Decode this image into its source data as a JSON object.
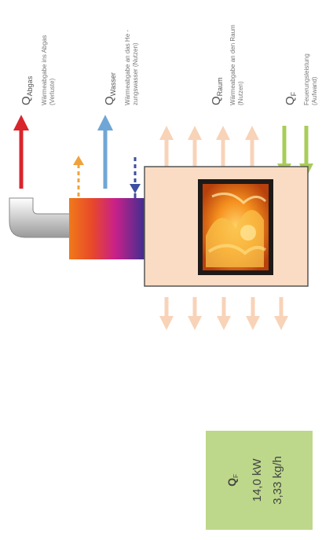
{
  "labels": {
    "abgas": {
      "symbol": "Q",
      "sub": "Abgas",
      "line1": "Wärmeabgabe ins Abgas",
      "line2": "(Verluste)"
    },
    "wasser": {
      "symbol": "Q",
      "sub": "Wasser",
      "line1": "Wärmeabgabe an das He -",
      "line2": "zungswasser (Nutzen)"
    },
    "raum": {
      "symbol": "Q",
      "sub": "Raum",
      "line1": "Wärmeabgabe an den Raum",
      "line2": "(Nutzen)"
    },
    "feuer": {
      "symbol": "Q",
      "sub": "F",
      "line1": "Feuerungsleistung",
      "line2": "(Aufwand)"
    }
  },
  "summary": {
    "symbol": "Q",
    "sub": "F",
    "power": "14,0 kW",
    "fuel": "3,33 kg/h"
  },
  "colors": {
    "abgas": "#d9252c",
    "wasser": "#6fa6d6",
    "raum": "#f8d3b8",
    "feuer": "#a9cc59",
    "stove_body": "#fadcc4",
    "summary_box": "#bdd88a",
    "dashed_orange": "#f0a23a",
    "dashed_blue": "#3c4fa0"
  }
}
